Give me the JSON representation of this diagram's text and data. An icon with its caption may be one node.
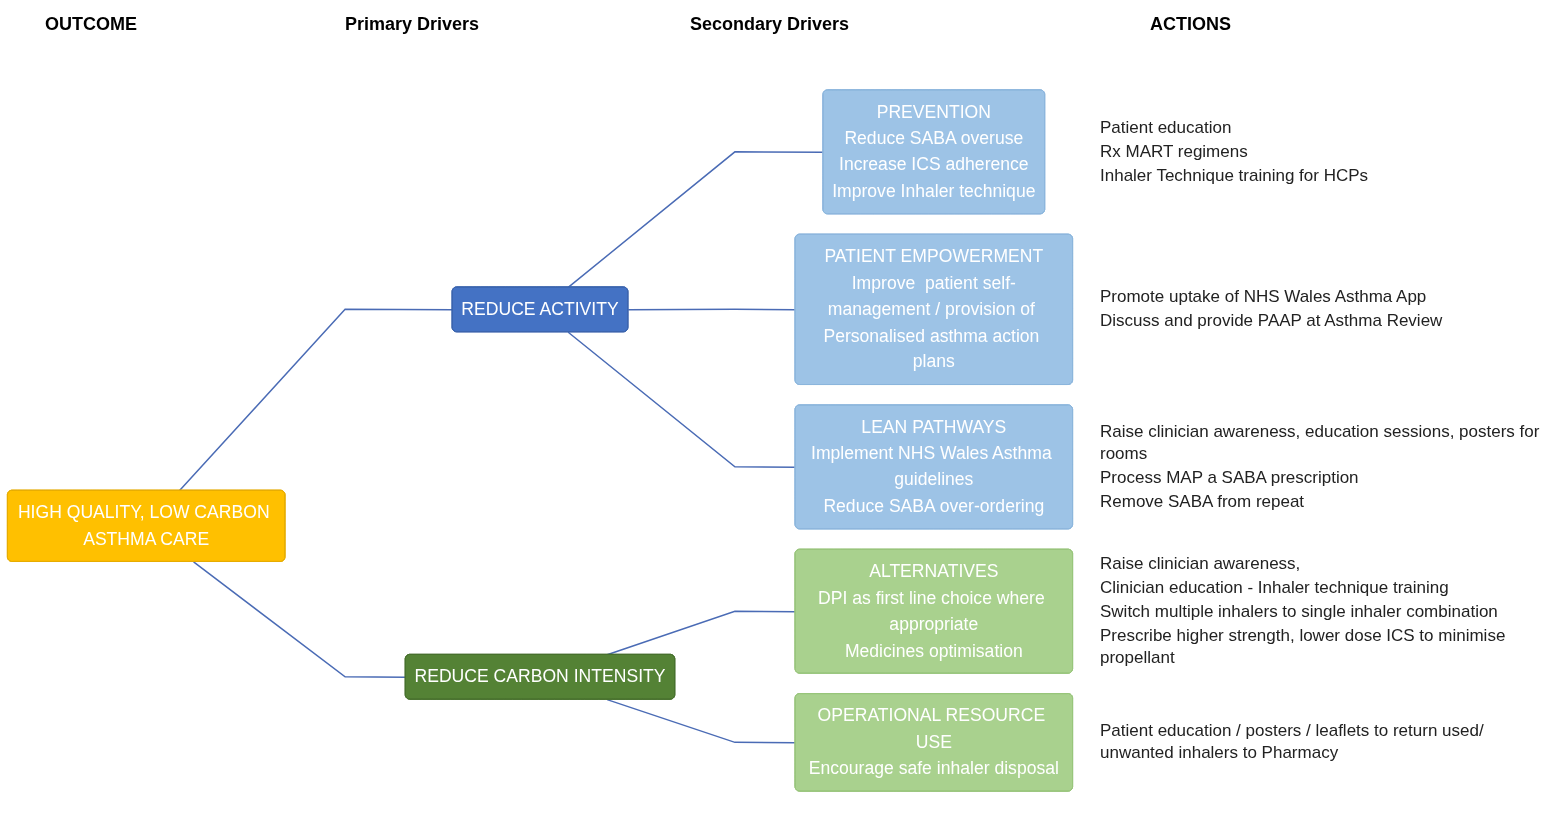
{
  "diagram": {
    "nodes": [
      {
        "text": [
          "HIGH QUALITY, LOW CARBON ASTHMA CARE"
        ]
      },
      {
        "text": [
          "REDUCE ACTIVITY"
        ]
      },
      {
        "text": [
          "REDUCE CARBON INTENSITY"
        ]
      },
      {
        "text": [
          "PREVENTION",
          "Reduce SABA overuse",
          "Increase ICS adherence",
          "Improve Inhaler technique"
        ],
        "beside": [
          "Patient education",
          "Rx MART regimens",
          "Inhaler Technique training for HCPs"
        ]
      },
      {
        "text": [
          "PATIENT EMPOWERMENT",
          "Improve  patient self-management / provision of Personalised asthma action plans"
        ],
        "beside": [
          "Promote uptake of NHS Wales  Asthma App",
          "Discuss and provide PAAP at Asthma Review"
        ]
      },
      {
        "text": [
          "LEAN PATHWAYS",
          "Implement NHS Wales Asthma guidelines",
          "Reduce SABA over-ordering"
        ],
        "beside": [
          "Raise clinician awareness, education sessions, posters for rooms",
          "Process MAP a SABA prescription",
          "Remove SABA from repeat"
        ]
      },
      {
        "text": [
          "ALTERNATIVES",
          "DPI as first line choice where appropriate",
          "Medicines optimisation"
        ],
        "beside": [
          "Raise clinician awareness,",
          "Clinician education - Inhaler technique training",
          "Switch multiple inhalers to single inhaler combination",
          "Prescribe higher strength, lower dose ICS to minimise propellant"
        ]
      },
      {
        "text": [
          "OPERATIONAL RESOURCE USE",
          "Encourage safe inhaler disposal"
        ],
        "beside": [
          "Patient education / posters / leaflets to return used/ unwanted inhalers to Pharmacy"
        ]
      }
    ],
    "edges": [
      {
        "from": 0,
        "to": 1,
        "arrow": "none"
      },
      {
        "from": 0,
        "to": 2,
        "arrow": "none"
      },
      {
        "from": 1,
        "to": 3,
        "arrow": "none"
      },
      {
        "from": 1,
        "to": 4,
        "arrow": "none"
      },
      {
        "from": 1,
        "to": 5,
        "arrow": "none"
      },
      {
        "from": 2,
        "to": 6,
        "arrow": "none"
      },
      {
        "from": 2,
        "to": 7,
        "arrow": "none"
      }
    ],
    "labels": [
      "OUTCOME",
      "Primary Drivers",
      "Secondary Drivers",
      "ACTIONS"
    ]
  }
}
